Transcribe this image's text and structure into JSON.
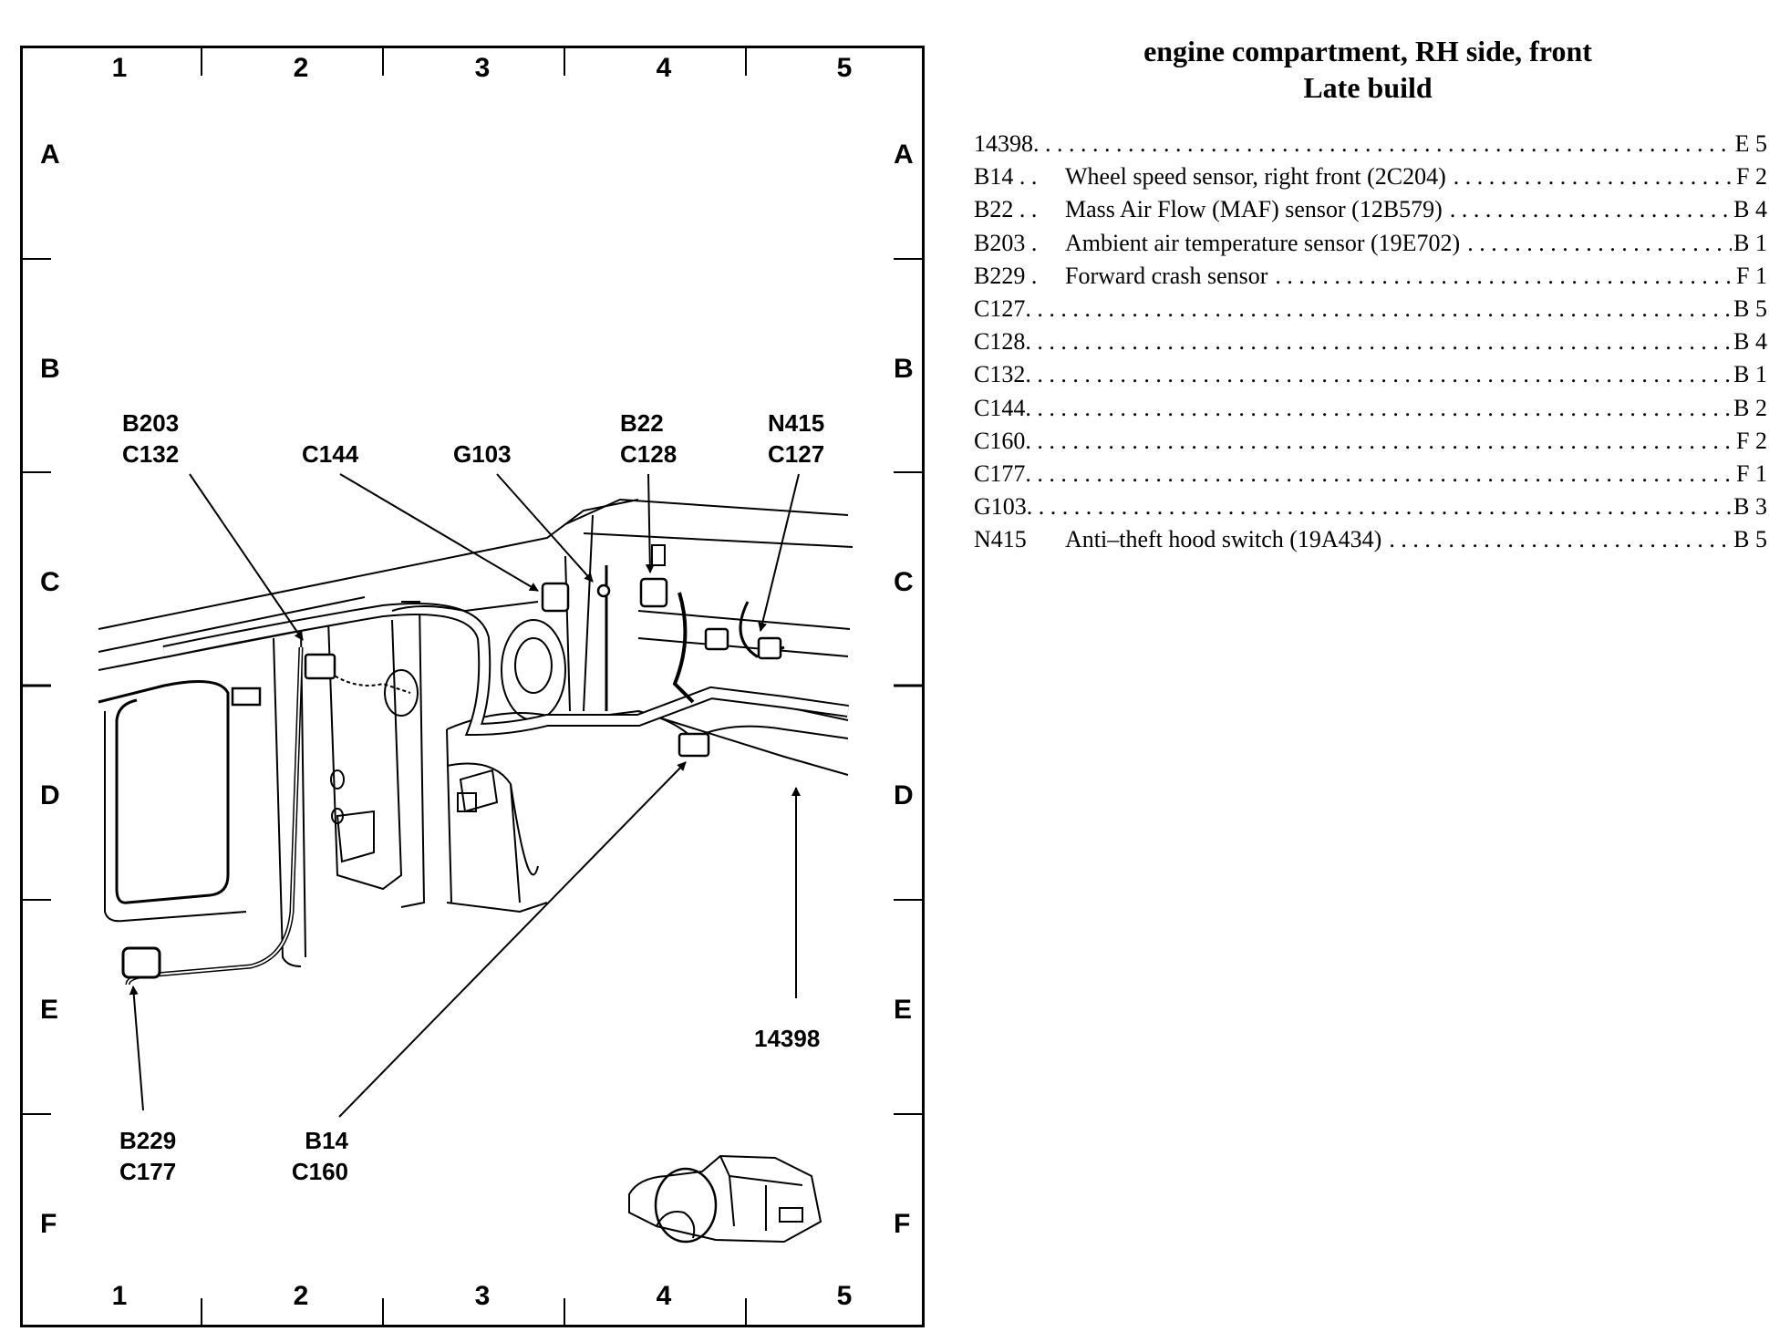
{
  "title": {
    "line1": "engine compartment, RH side, front",
    "line2": "Late build"
  },
  "grid": {
    "columns": [
      "1",
      "2",
      "3",
      "4",
      "5"
    ],
    "rows": [
      "A",
      "B",
      "C",
      "D",
      "E",
      "F"
    ]
  },
  "callouts": [
    {
      "id": "b203-c132",
      "text": "B203\nC132"
    },
    {
      "id": "c144",
      "text": "C144"
    },
    {
      "id": "g103",
      "text": "G103"
    },
    {
      "id": "b22-c128",
      "text": "B22\nC128"
    },
    {
      "id": "n415-c127",
      "text": "N415\nC127"
    },
    {
      "id": "b229-c177",
      "text": "B229\nC177"
    },
    {
      "id": "b14-c160",
      "text": "B14\nC160"
    },
    {
      "id": "14398",
      "text": "14398"
    }
  ],
  "legend": [
    {
      "code": "14398",
      "description": "",
      "location": "E 5"
    },
    {
      "code": "B14 . .",
      "description": "Wheel speed sensor, right front (2C204)",
      "location": "F 2"
    },
    {
      "code": "B22 . .",
      "description": "Mass Air Flow (MAF) sensor (12B579)",
      "location": "B 4"
    },
    {
      "code": "B203 .",
      "description": "Ambient air temperature sensor (19E702)",
      "location": "B 1"
    },
    {
      "code": "B229 .",
      "description": "Forward crash sensor",
      "location": "F 1"
    },
    {
      "code": "C127",
      "description": "",
      "location": "B 5"
    },
    {
      "code": "C128",
      "description": "",
      "location": "B 4"
    },
    {
      "code": "C132",
      "description": "",
      "location": "B 1"
    },
    {
      "code": "C144",
      "description": "",
      "location": "B 2"
    },
    {
      "code": "C160",
      "description": "",
      "location": "F 2"
    },
    {
      "code": "C177",
      "description": "",
      "location": "F 1"
    },
    {
      "code": "G103",
      "description": "",
      "location": "B 3"
    },
    {
      "code": "N415",
      "description": "Anti–theft hood switch (19A434)",
      "location": "B 5"
    }
  ],
  "icons": {
    "vehicle_locator": "vehicle-locator-icon"
  }
}
